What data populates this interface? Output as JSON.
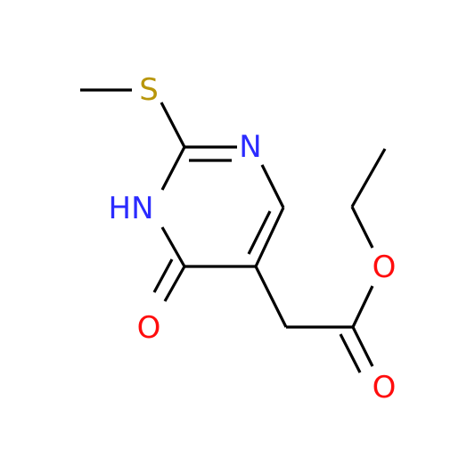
{
  "molecule": {
    "atoms": [
      {
        "id": "S",
        "symbol": "S",
        "color": "#b8960b"
      },
      {
        "id": "N3",
        "symbol": "N",
        "color": "#2b2bff"
      },
      {
        "id": "N1",
        "symbol": "HN",
        "color": "#2b2bff"
      },
      {
        "id": "O_keto",
        "symbol": "O",
        "color": "#ff0d0d"
      },
      {
        "id": "O_ester",
        "symbol": "O",
        "color": "#ff0d0d"
      },
      {
        "id": "O_carbonyl",
        "symbol": "O",
        "color": "#ff0d0d"
      }
    ],
    "labels": {
      "sulfur": "S",
      "ring_nitrogen": "N",
      "ring_nh": "HN",
      "keto_oxygen": "O",
      "ester_oxygen": "O",
      "carbonyl_oxygen": "O"
    },
    "colors": {
      "bond": "#000000",
      "sulfur": "#b8960b",
      "nitrogen": "#2b2bff",
      "oxygen": "#ff0d0d",
      "background": "#ffffff"
    }
  }
}
